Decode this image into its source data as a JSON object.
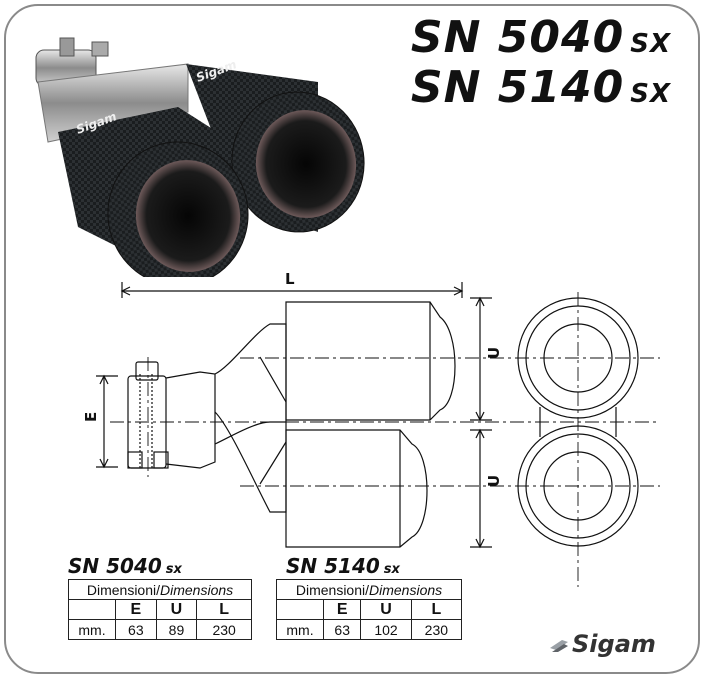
{
  "titles": [
    {
      "model": "SN 5040",
      "suffix": "SX"
    },
    {
      "model": "SN 5140",
      "suffix": "SX"
    }
  ],
  "photo": {
    "logo_text": "Sigam"
  },
  "drawing": {
    "label_L": "L",
    "label_E": "E",
    "label_U_top": "U",
    "label_U_bottom": "U"
  },
  "tables": [
    {
      "model": "SN 5040",
      "suffix": "sx",
      "header_it": "Dimensioni/",
      "header_en": "Dimensions",
      "columns": [
        "E",
        "U",
        "L"
      ],
      "unit": "mm.",
      "values": [
        "63",
        "89",
        "230"
      ]
    },
    {
      "model": "SN 5140",
      "suffix": "sx",
      "header_it": "Dimensioni/",
      "header_en": "Dimensions",
      "columns": [
        "E",
        "U",
        "L"
      ],
      "unit": "mm.",
      "values": [
        "63",
        "102",
        "230"
      ]
    }
  ],
  "brand": {
    "name": "Sigam"
  }
}
